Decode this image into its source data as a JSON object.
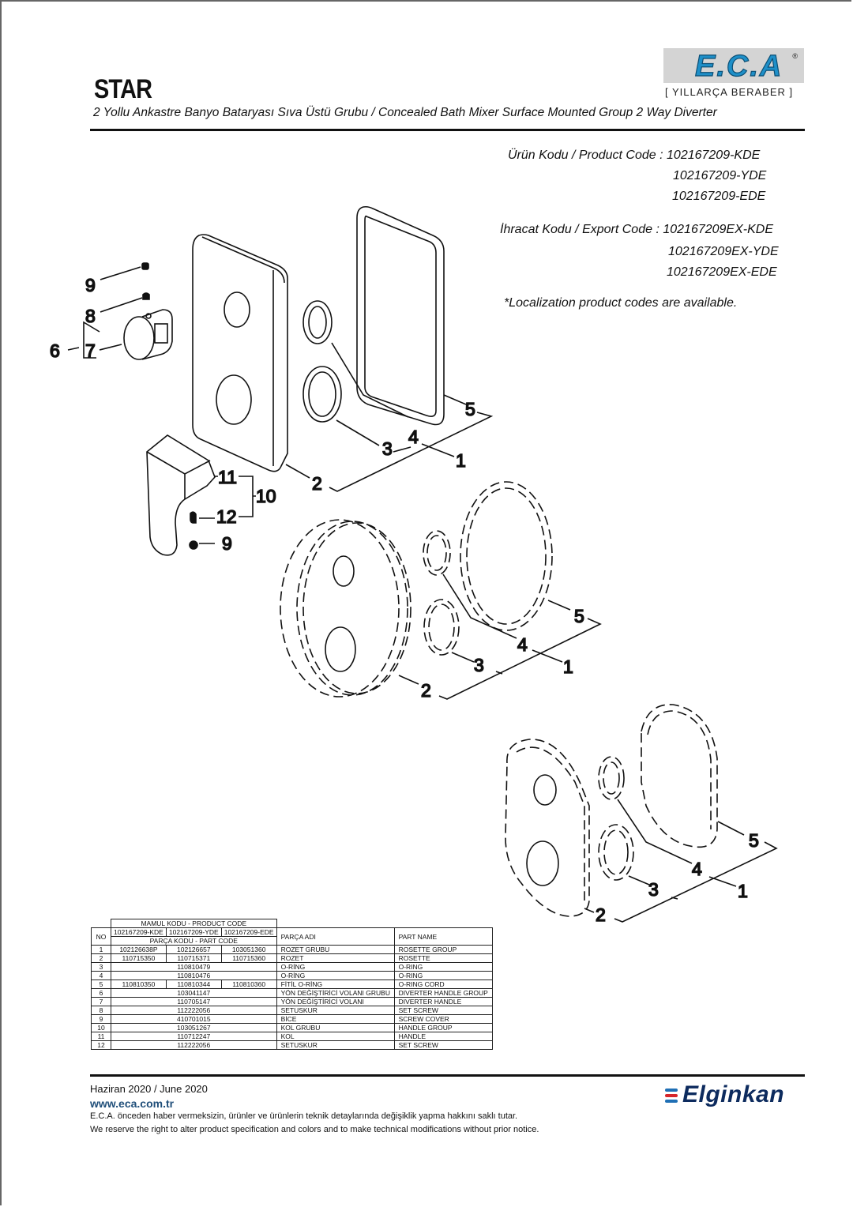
{
  "header": {
    "title": "STAR",
    "subtitle": "2 Yollu Ankastre Banyo Bataryası Sıva Üstü Grubu / Concealed Bath Mixer Surface Mounted Group 2 Way Diverter",
    "brand_logo": "E.C.A",
    "brand_registered": "®",
    "brand_tagline": "[ YILLARÇA BERABER ]",
    "brand_color": "#1e8fc8"
  },
  "codes": {
    "product_label": "Ürün Kodu / Product Code :",
    "product_codes": [
      "102167209-KDE",
      "102167209-YDE",
      "102167209-EDE"
    ],
    "export_label": "İhracat Kodu / Export Code :",
    "export_codes": [
      "102167209EX-KDE",
      "102167209EX-YDE",
      "102167209EX-EDE"
    ],
    "note": "*Localization product codes are available."
  },
  "diagram": {
    "callouts_group_left": [
      "9",
      "8",
      "6",
      "7",
      "11",
      "10",
      "12",
      "9"
    ],
    "callouts_assembly": [
      "5",
      "4",
      "3",
      "1",
      "2"
    ]
  },
  "table": {
    "product_code_header": "MAMUL KODU - PRODUCT CODE",
    "no_header": "NO",
    "variant_headers": [
      "102167209-KDE",
      "102167209-YDE",
      "102167209-EDE"
    ],
    "part_code_header": "PARÇA KODU - PART CODE",
    "part_name_tr_header": "PARÇA ADI",
    "part_name_en_header": "PART NAME",
    "rows": [
      {
        "no": "1",
        "codes": [
          "102126638P",
          "102126657",
          "103051360"
        ],
        "name_tr": "ROZET GRUBU",
        "name_en": "ROSETTE GROUP"
      },
      {
        "no": "2",
        "codes": [
          "110715350",
          "110715371",
          "110715360"
        ],
        "name_tr": "ROZET",
        "name_en": "ROSETTE"
      },
      {
        "no": "3",
        "codes": [
          "110810479"
        ],
        "name_tr": "O-RİNG",
        "name_en": "O-RING"
      },
      {
        "no": "4",
        "codes": [
          "110810476"
        ],
        "name_tr": "O-RİNG",
        "name_en": "O-RING"
      },
      {
        "no": "5",
        "codes": [
          "110810350",
          "110810344",
          "110810360"
        ],
        "name_tr": "FİTİL O-RİNG",
        "name_en": "O-RING CORD"
      },
      {
        "no": "6",
        "codes": [
          "103041147"
        ],
        "name_tr": "YÖN DEĞİŞTİRİCİ VOLANI GRUBU",
        "name_en": "DIVERTER HANDLE GROUP"
      },
      {
        "no": "7",
        "codes": [
          "110705147"
        ],
        "name_tr": "YÖN DEĞİŞTİRİCİ VOLANI",
        "name_en": "DIVERTER HANDLE"
      },
      {
        "no": "8",
        "codes": [
          "112222056"
        ],
        "name_tr": "SETUSKUR",
        "name_en": "SET SCREW"
      },
      {
        "no": "9",
        "codes": [
          "410701015"
        ],
        "name_tr": "BİCE",
        "name_en": "SCREW COVER"
      },
      {
        "no": "10",
        "codes": [
          "103051267"
        ],
        "name_tr": "KOL GRUBU",
        "name_en": "HANDLE GROUP"
      },
      {
        "no": "11",
        "codes": [
          "110712247"
        ],
        "name_tr": "KOL",
        "name_en": "HANDLE"
      },
      {
        "no": "12",
        "codes": [
          "112222056"
        ],
        "name_tr": "SETUSKUR",
        "name_en": "SET SCREW"
      }
    ]
  },
  "footer": {
    "date": "Haziran 2020 / June 2020",
    "url": "www.eca.com.tr",
    "note_tr": "E.C.A. önceden haber vermeksizin, ürünler ve ürünlerin teknik detaylarında değişiklik yapma hakkını saklı tutar.",
    "note_en": "We reserve the right to alter product specification and colors and to make technical modifications without prior notice.",
    "partner_logo": "Elginkan",
    "partner_bar_colors": [
      "#1f6fb5",
      "#d6262b",
      "#1f6fb5"
    ]
  }
}
